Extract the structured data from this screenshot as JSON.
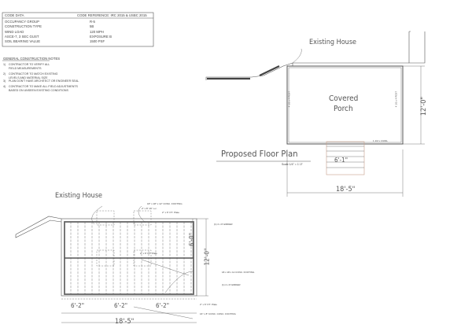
{
  "code_table": {
    "header_left": "CODE DATA",
    "header_right": "CODE REFERENCE:  IRC 2015 & USBC 2015",
    "rows": [
      {
        "label": "OCCUPANCY  GROUP",
        "value": "R-5"
      },
      {
        "label": "CONSTRUCTION  TYPE",
        "value": "5B"
      },
      {
        "label": "WIND  LOAD",
        "value": "120 MPH"
      },
      {
        "label": "ASCE-7,  3 SEC GUST",
        "value": "EXPOSURE  B"
      },
      {
        "label": "SOIL BEARING VALUE",
        "value": "1500 PSF"
      }
    ]
  },
  "notes": {
    "title": "GENERAL CONSTRUCTION NOTES",
    "items": [
      {
        "num": "1)",
        "l1": "CONTRACTOR TO VERIFY ALL",
        "l2": "FIELD MEASUREMENTS"
      },
      {
        "num": "2)",
        "l1": "CONTRACTOR TO MATCH EXISTING",
        "l2": "LEVELS AND MATERIAL SIZE"
      },
      {
        "num": "3)",
        "l1": "PLAN DON'T HAVE ARCHITECT OR ENGINEER SEAL",
        "l2": ""
      },
      {
        "num": "4)",
        "l1": "CONTRACTOR TO MAKE ALL FIELD ADJUSTMENTS",
        "l2": "BASED ON UNSEEN EXISTING CONDITIONS"
      }
    ]
  },
  "floor_plan": {
    "existing_house": "Existing House",
    "room_label_1": "Covered",
    "room_label_2": "Porch",
    "title": "Proposed Floor Plan",
    "scale": "Scale 1/4\" = 1'-0\"",
    "dim_width": "18'-5\"",
    "dim_depth": "12'-0\"",
    "dim_stair": "6'-1\"",
    "wall_note_left": "4 1/2 x 4 POST",
    "wall_note_right": "4 1/2 x 4 POST",
    "rail_note": "1 1/2 x 4 RAIL"
  },
  "framing_plan": {
    "existing_house": "Existing House",
    "dims_bottom": [
      "6'-2\"",
      "6'-2\"",
      "6'-2\""
    ],
    "dim_total": "18'-5\"",
    "dim_right_half": "6'-0\"",
    "dim_right_total": "12'-0\"",
    "callouts": {
      "footing_top": "18\" x 18\" x 12\" CONC. FOOTING",
      "joists": "2\" x 8\" 16\" o.c.",
      "plate_top": "2\" x 6\" P.T. Plate",
      "plate_mid": "2\" x 6\" P.T. Plate",
      "girder_top": "(1) 2 x 8 GIRDER",
      "footing_mid": "18 x 18 x 12 CONC. FOOTING",
      "girder_bottom": "(1) 2 x 8 GIRDER",
      "plate_bottom": "2\" x 6\" P.T. Plate",
      "footing_bottom": "16\" x 8\" CONC. CONC. FOOTING"
    }
  }
}
